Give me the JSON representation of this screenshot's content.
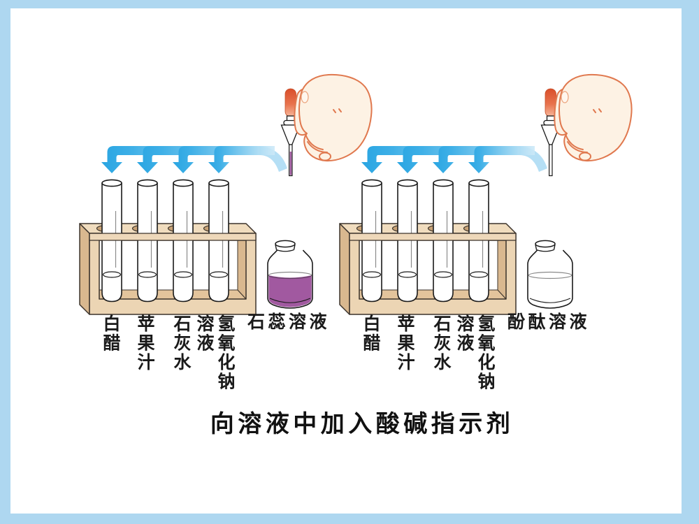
{
  "figure": {
    "caption": "向溶液中加入酸碱指示剂",
    "stations": [
      {
        "tube_labels": [
          "白醋",
          "苹果汁",
          "石灰水",
          "氢氧化钠溶液"
        ],
        "indicator_bottle_label": "石蕊溶液",
        "indicator_liquid_color": "#a159a0"
      },
      {
        "tube_labels": [
          "白醋",
          "苹果汁",
          "石灰水",
          "氢氧化钠溶液"
        ],
        "indicator_bottle_label": "酚酞溶液",
        "indicator_liquid_color": "transparent"
      }
    ],
    "colors": {
      "page_border": "#aed7f0",
      "background": "#ffffff",
      "arrow_blue": "#35ace5",
      "rack_wood": "#ecd5b4",
      "rack_wood_dark": "#d9b88f",
      "litmus_purple": "#a159a0",
      "hand_outline": "#e0784e",
      "dropper_bulb": "#dd5330",
      "text": "#1a1a1a"
    }
  }
}
